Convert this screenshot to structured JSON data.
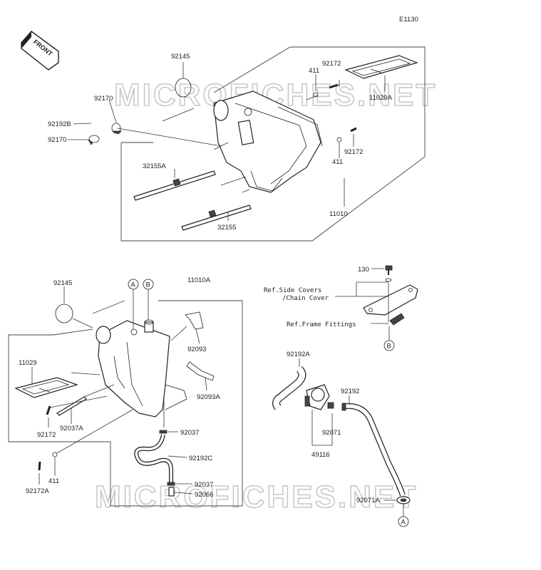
{
  "diagram_code": "E1130",
  "front_label": "FRONT",
  "watermark": "MICROFICHES.NET",
  "callouts": {
    "A": "A",
    "B": "B"
  },
  "labels": {
    "p92145_top": "92145",
    "p92170_top": "92170",
    "p92192B": "92192B",
    "p92170_bottom": "92170",
    "p411_top": "411",
    "p92172_top": "92172",
    "p11029A": "11029A",
    "p411_mid": "411",
    "p92172_mid": "92172",
    "p32155A": "32155A",
    "p32155": "32155",
    "p11010": "11010",
    "p92145_left": "92145",
    "p11010A": "11010A",
    "p92093": "92093",
    "p92093A": "92093A",
    "p11029": "11029",
    "p92037A": "92037A",
    "p92172_left": "92172",
    "p411_left": "411",
    "p92172A": "92172A",
    "p92037_a": "92037",
    "p92192C": "92192C",
    "p92037_b": "92037",
    "p92066": "92066",
    "p130": "130",
    "ref_side_1": "Ref.Side Covers",
    "ref_side_2": "/Chain Cover",
    "ref_frame": "Ref.Frame Fittings",
    "p92192A": "92192A",
    "p92192": "92192",
    "p92071": "92071",
    "p49116": "49116",
    "p92071A": "92071A"
  }
}
